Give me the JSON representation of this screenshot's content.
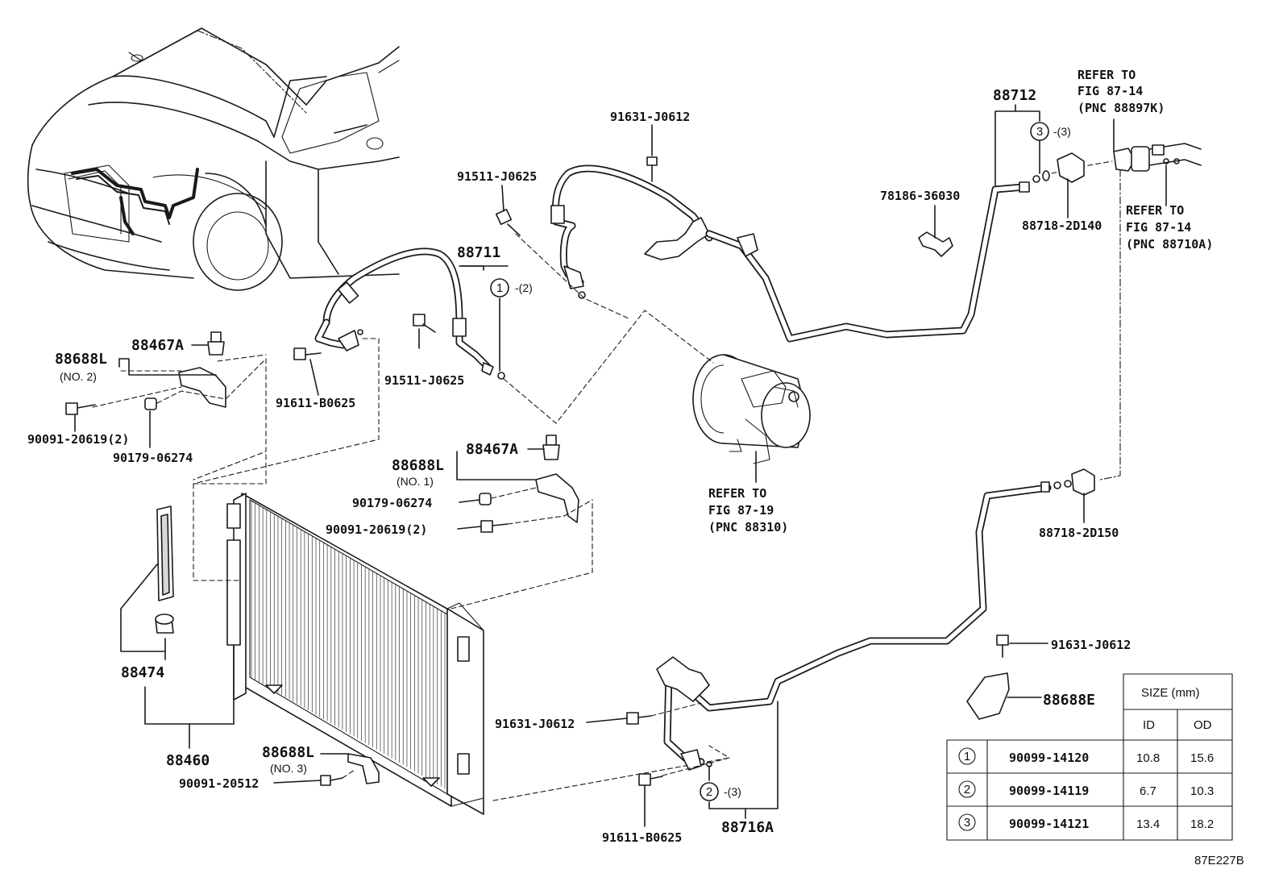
{
  "figure_code": "87E227B",
  "labels": {
    "p91631_top": "91631-J0612",
    "p91511_top": "91511-J0625",
    "p88711": "88711",
    "c1_qty": "-(2)",
    "p91511_low": "91511-J0625",
    "p91611_left": "91611-B0625",
    "p88712": "88712",
    "c3_qty": "-(3)",
    "p78186": "78186-36030",
    "p88718_2d140": "88718-2D140",
    "ref_top_1": "REFER TO",
    "ref_top_2": "FIG 87-14",
    "ref_top_3": "(PNC 88897K)",
    "ref_right_1": "REFER TO",
    "ref_right_2": "FIG 87-14",
    "ref_right_3": "(PNC 88710A)",
    "p88688L_1": "88688L",
    "p88688L_1_no": "(NO. 2)",
    "p88467A_1": "88467A",
    "p90091_1": "90091-20619(2)",
    "p90179_1": "90179-06274",
    "p88688L_2": "88688L",
    "p88688L_2_no": "(NO. 1)",
    "p88467A_2": "88467A",
    "p90179_2": "90179-06274",
    "p90091_2": "90091-20619(2)",
    "ref_comp_1": "REFER TO",
    "ref_comp_2": "FIG 87-19",
    "ref_comp_3": "(PNC 88310)",
    "p88718_2d150": "88718-2D150",
    "p88474": "88474",
    "p88460": "88460",
    "p88688L_3": "88688L",
    "p88688L_3_no": "(NO. 3)",
    "p90091_20512": "90091-20512",
    "p91631_mid": "91631-J0612",
    "p91611_low": "91611-B0625",
    "c2_qty": "-(3)",
    "p88716A": "88716A",
    "p91631_right": "91631-J0612",
    "p88688E": "88688E"
  },
  "callouts": {
    "c1": "1",
    "c2": "2",
    "c3": "3"
  },
  "size_table": {
    "header": "SIZE (mm)",
    "col_id": "ID",
    "col_od": "OD",
    "rows": [
      {
        "mark": "1",
        "part": "90099-14120",
        "id": "10.8",
        "od": "15.6"
      },
      {
        "mark": "2",
        "part": "90099-14119",
        "id": "6.7",
        "od": "10.3"
      },
      {
        "mark": "3",
        "part": "90099-14121",
        "id": "13.4",
        "od": "18.2"
      }
    ]
  }
}
